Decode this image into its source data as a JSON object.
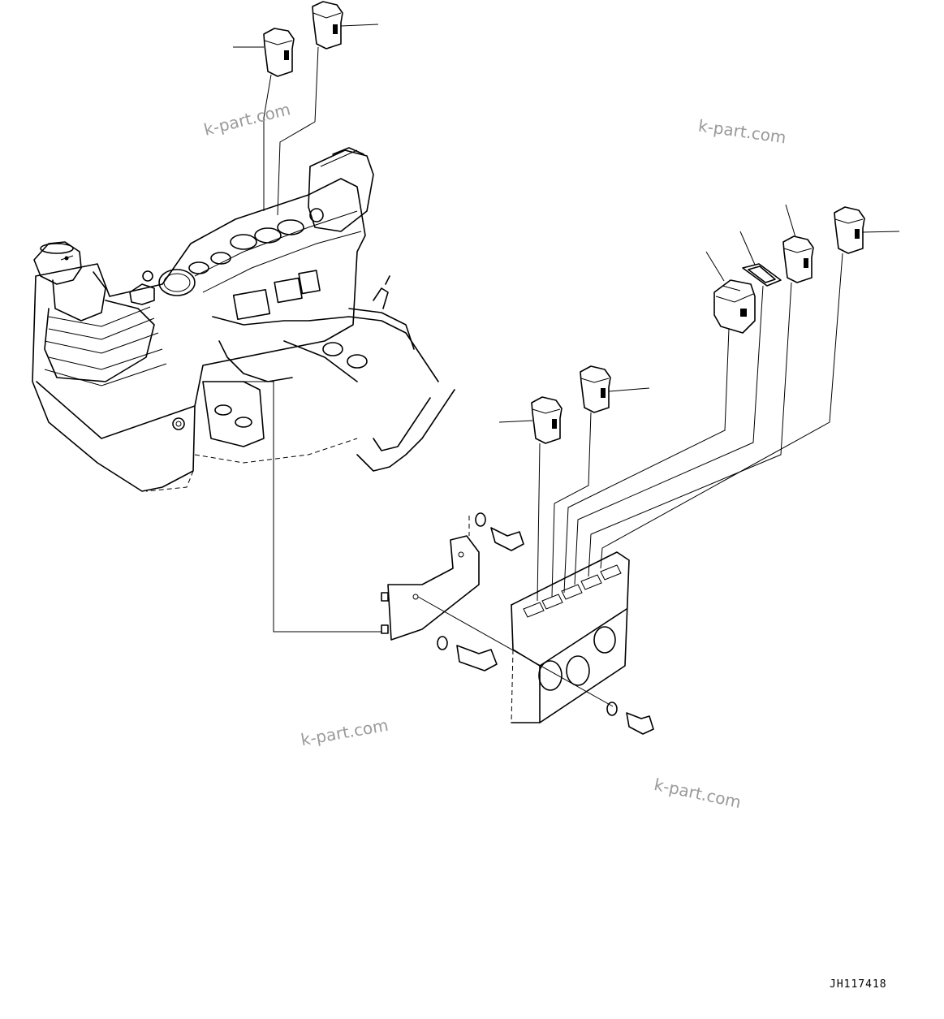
{
  "watermarks": [
    "k-part.com",
    "k-part.com",
    "k-part.com",
    "k-part.com"
  ],
  "drawing_code": "JH117418",
  "colors": {
    "line": "#000000",
    "watermark": "#9a9a9a",
    "background": "#ffffff"
  }
}
